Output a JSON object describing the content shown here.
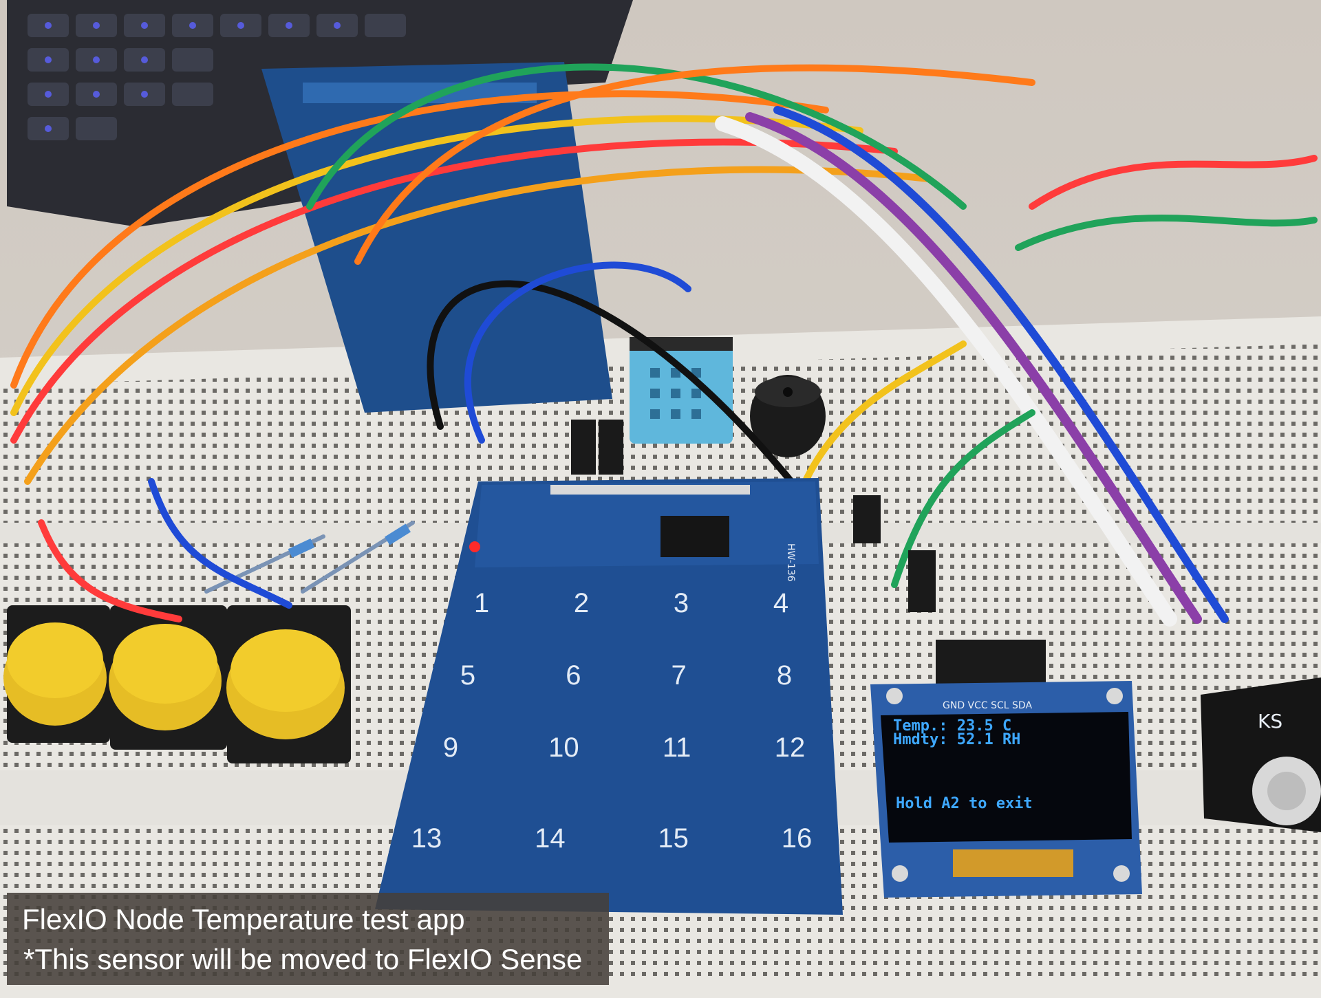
{
  "caption": {
    "line1": "FlexIO Node Temperature test app",
    "line2": "*This sensor will be moved to FlexIO Sense"
  },
  "keypad": {
    "board_label": "HW-136",
    "keys": [
      "1",
      "2",
      "3",
      "4",
      "5",
      "6",
      "7",
      "8",
      "9",
      "10",
      "11",
      "12",
      "13",
      "14",
      "15",
      "16"
    ]
  },
  "oled": {
    "pins_label": "GND VCC SCL SDA",
    "line1": "Temp.: 23.5 C",
    "line2": "Hmdty: 52.1 RH",
    "line3": "Hold A2 to exit"
  },
  "rotary_module": {
    "label": "KS"
  },
  "colors": {
    "breadboard": "#e9e7e2",
    "keypad_pcb": "#1f4f93",
    "oled_text": "#3ea8ff",
    "button_cap": "#f2cc2c",
    "sensor_body": "#5fb7dc",
    "caption_bg": "#46403a"
  }
}
